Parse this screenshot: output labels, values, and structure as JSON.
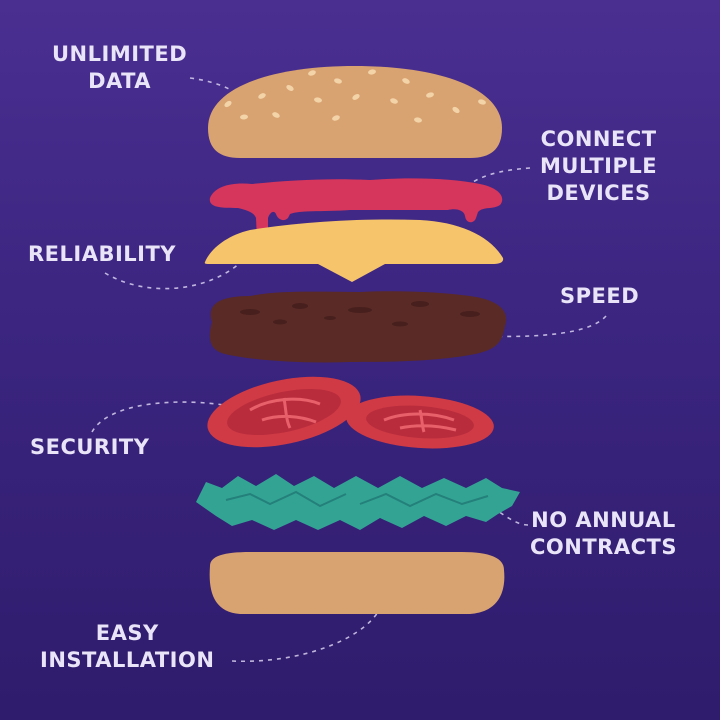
{
  "colors": {
    "background_top": "#4a2f91",
    "background_bottom": "#2f1c6c",
    "bun": "#d8a271",
    "sesame": "#f3d3a8",
    "ketchup": "#d6355c",
    "cheese": "#f6c46b",
    "patty": "#5a2a26",
    "tomato": "#cf3a45",
    "lettuce": "#33a394",
    "label_text": "#e9e4f7"
  },
  "labels": {
    "unlimited_data": [
      "UNLIMITED",
      "DATA"
    ],
    "connect_devices": [
      "CONNECT",
      "MULTIPLE",
      "DEVICES"
    ],
    "reliability": [
      "RELIABILITY"
    ],
    "speed": [
      "SPEED"
    ],
    "security": [
      "SECURITY"
    ],
    "no_annual_contracts": [
      "NO ANNUAL",
      "CONTRACTS"
    ],
    "easy_installation": [
      "EASY",
      "INSTALLATION"
    ]
  }
}
